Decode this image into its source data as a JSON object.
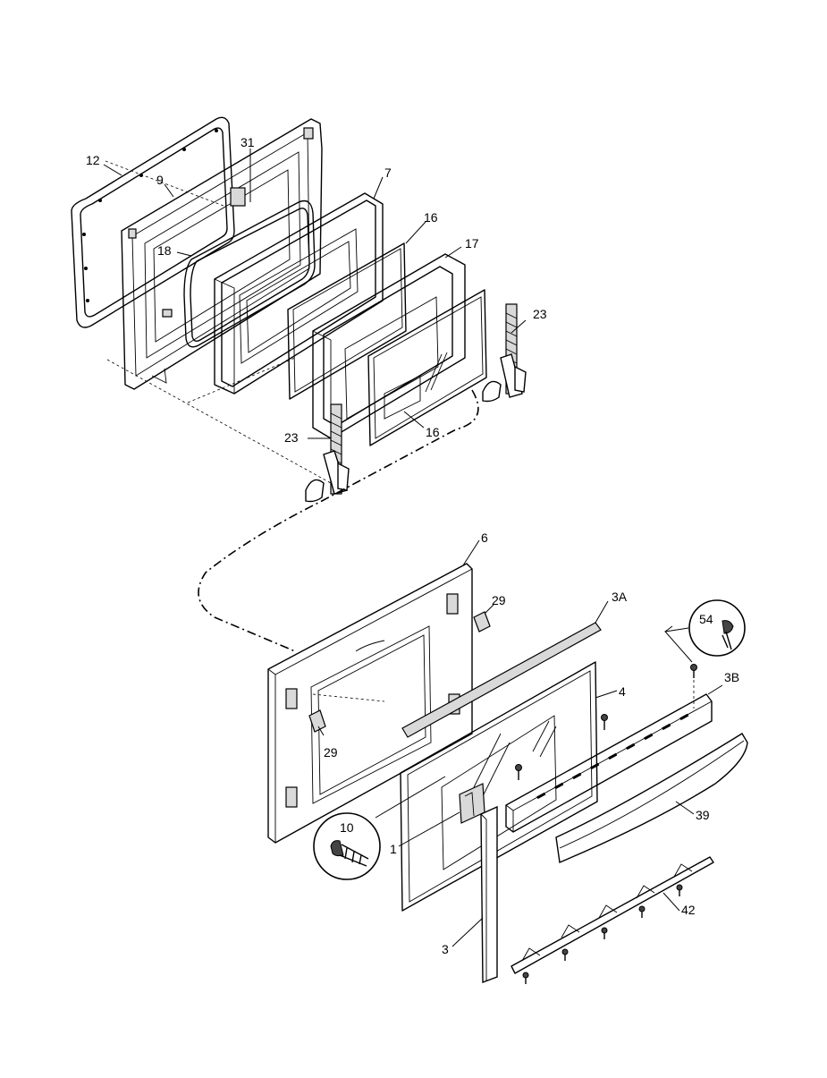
{
  "diagram": {
    "part_labels": {
      "p12": "12",
      "p9": "9",
      "p31": "31",
      "p7": "7",
      "p16_top": "16",
      "p17": "17",
      "p18": "18",
      "p23_right": "23",
      "p23_left": "23",
      "p16_bottom": "16",
      "p6": "6",
      "p29_top": "29",
      "p3A": "3A",
      "p54": "54",
      "p3B": "3B",
      "p4": "4",
      "p29_bottom": "29",
      "p10": "10",
      "p1": "1",
      "p39": "39",
      "p42": "42",
      "p3": "3"
    }
  }
}
